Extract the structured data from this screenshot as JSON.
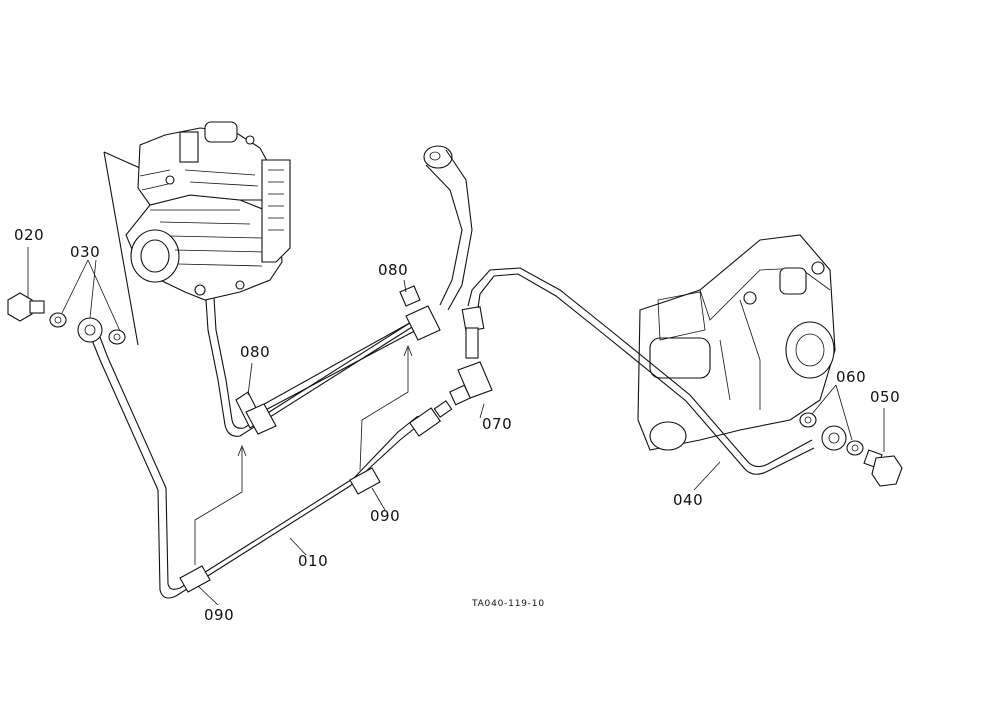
{
  "diagram": {
    "drawing_code": "TA040-119-10",
    "part_labels": {
      "p010": "010",
      "p020": "020",
      "p030": "030",
      "p040": "040",
      "p050": "050",
      "p060": "060",
      "p070": "070",
      "p080_upper": "080",
      "p080_lower": "080",
      "p090_left": "090",
      "p090_mid": "090"
    }
  }
}
